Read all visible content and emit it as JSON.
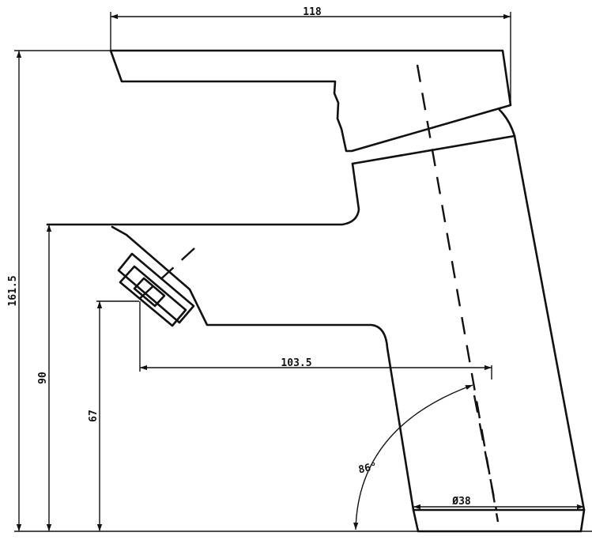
{
  "drawing": {
    "dimensions": {
      "width_top": "118",
      "total_height": "161.5",
      "spout_height": "90",
      "outlet_height": "67",
      "spout_reach": "103.5",
      "angle": "86°",
      "base_diameter": "Ø38"
    }
  }
}
